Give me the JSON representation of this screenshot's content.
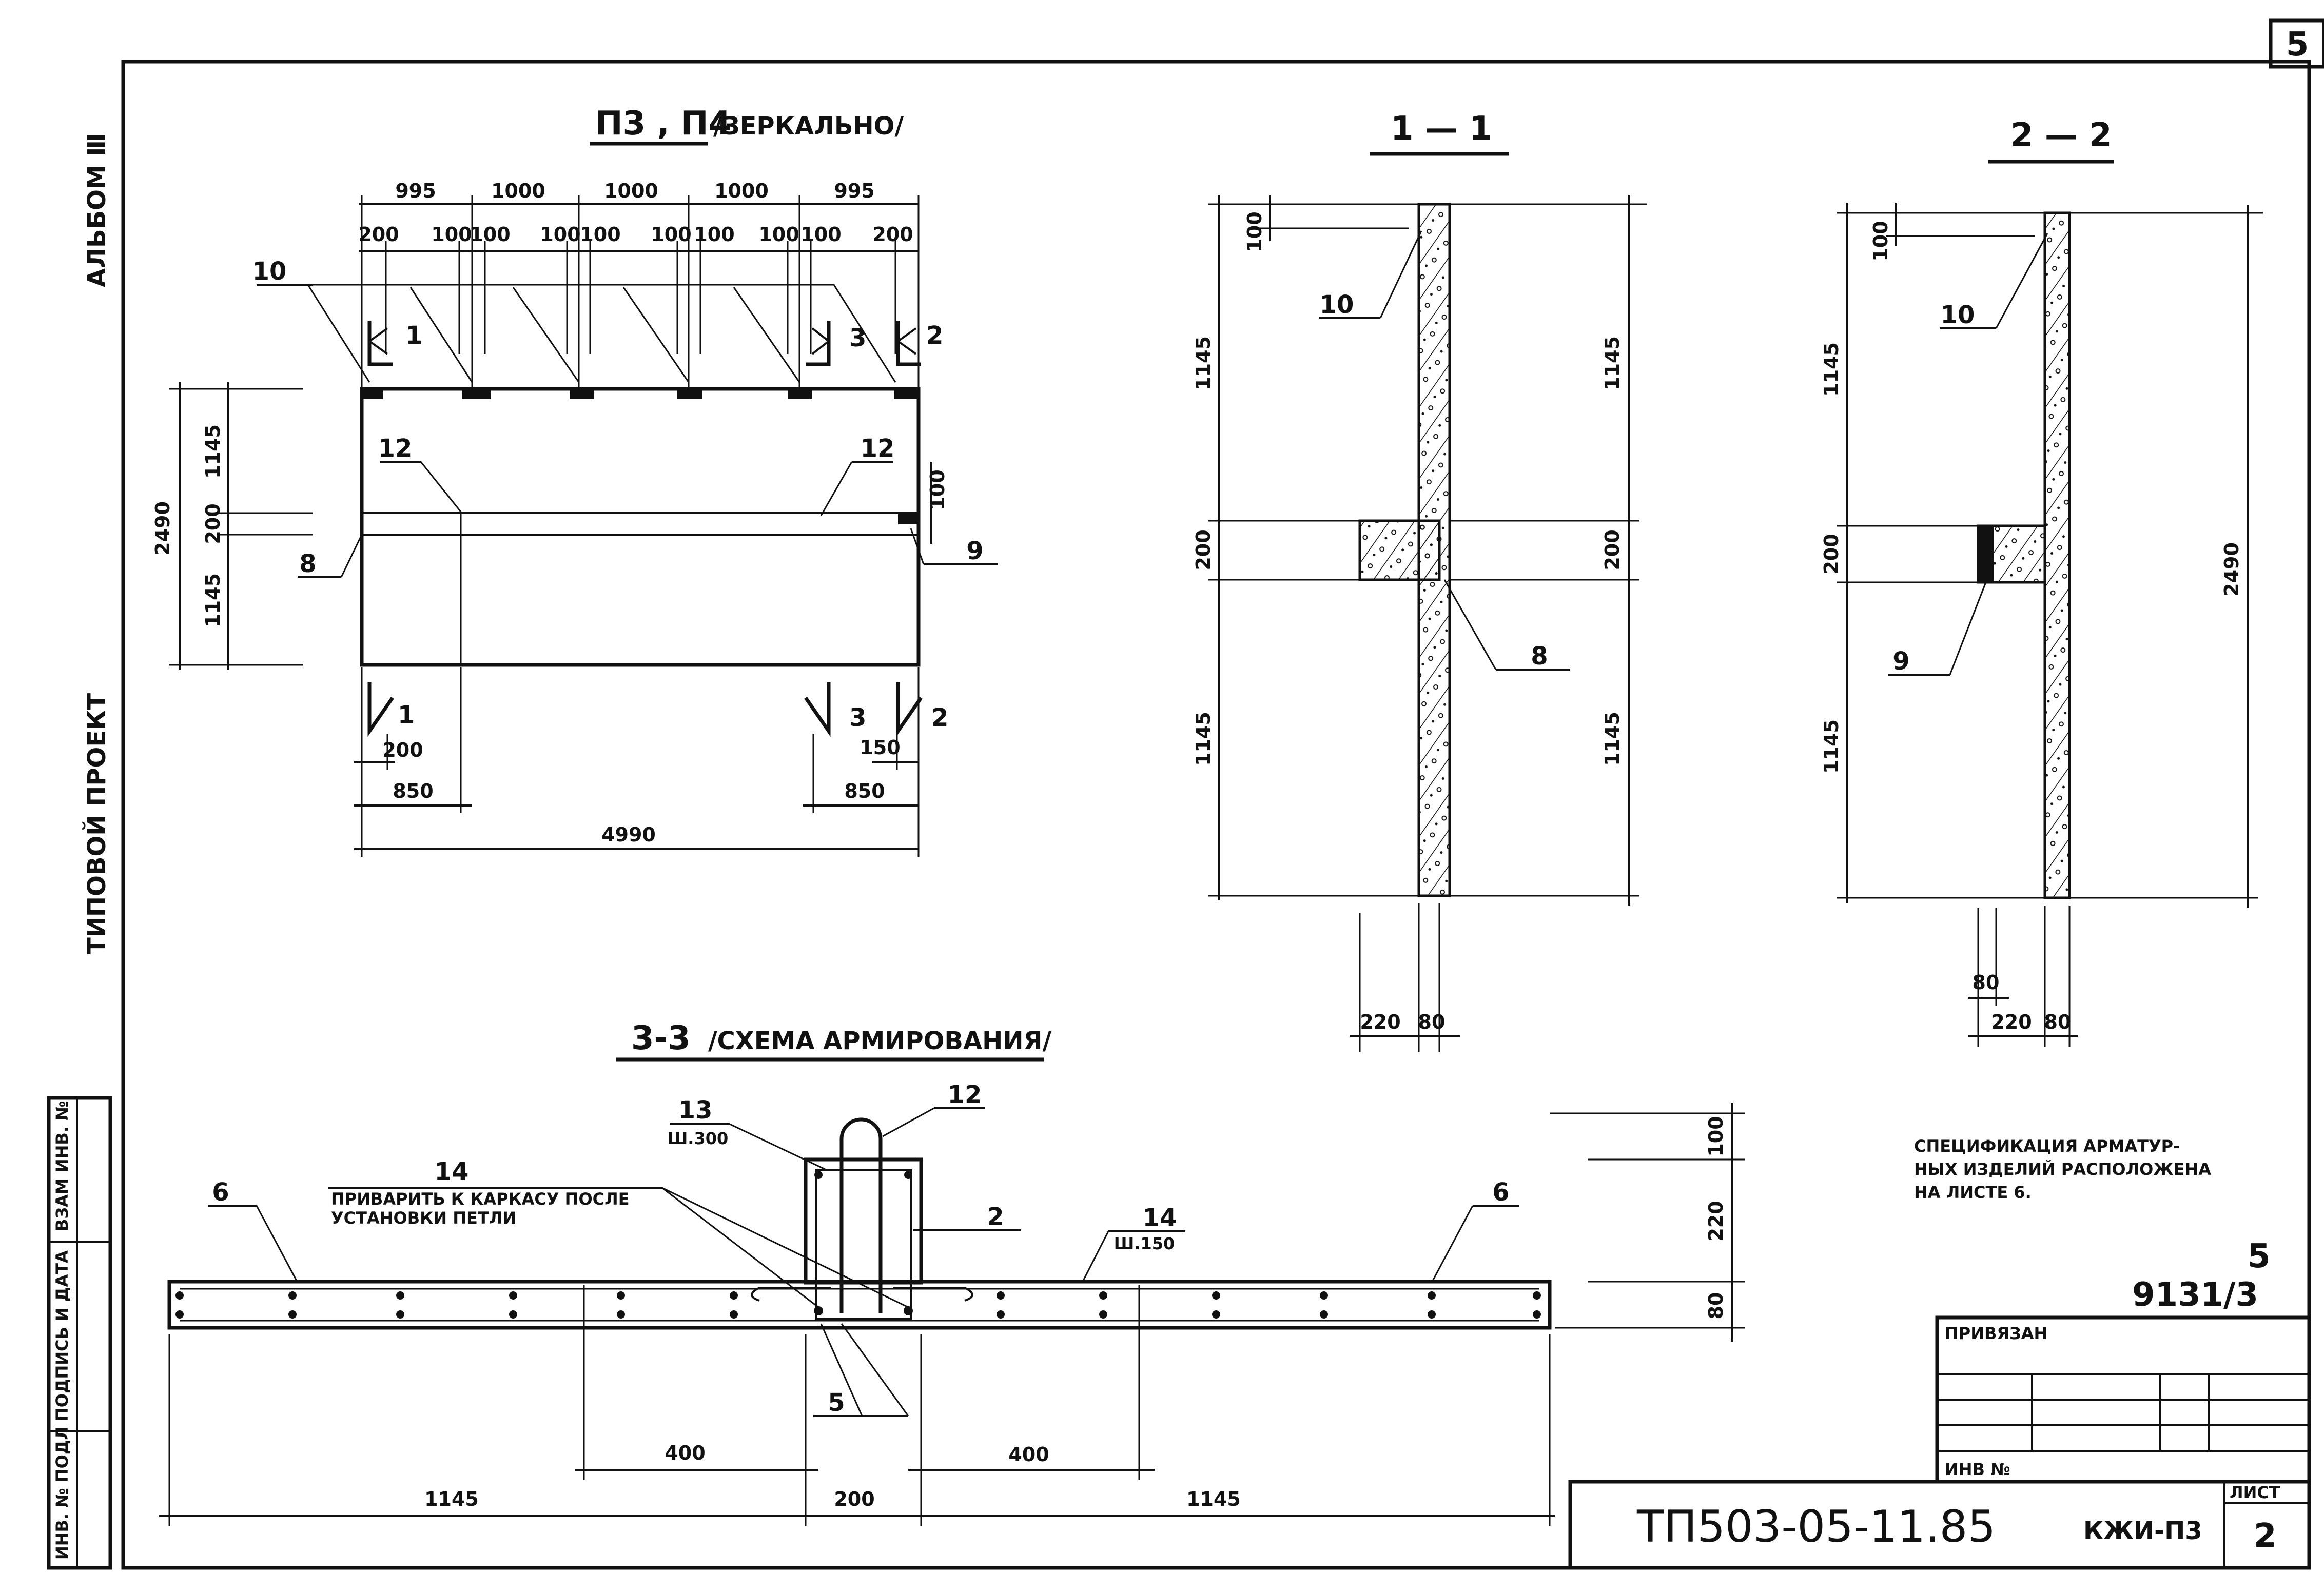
{
  "sheet": {
    "page_number": "5",
    "album": "АЛЬБОМ Ⅲ",
    "project_type": "ТИПОВОЙ ПРОЕКТ",
    "side_stamp_labels": [
      "ВЗАМ ИНВ. №",
      "ПОДПИСЬ И ДАТА",
      "ИНВ. № ПОДЛ"
    ]
  },
  "plan_view": {
    "title": "П3 , П4",
    "subtitle": "/ЗЕРКАЛЬНО/",
    "top_dims": [
      "995",
      "1000",
      "1000",
      "1000",
      "995"
    ],
    "sub_dims": [
      "200",
      "100",
      "100",
      "100",
      "100",
      "100",
      "100",
      "100",
      "100",
      "200"
    ],
    "left_dims": [
      "2490",
      "1145",
      "200",
      "1145"
    ],
    "right_dim": "100",
    "bottom_dims": [
      "200",
      "850",
      "150",
      "850",
      "4990"
    ],
    "section_marks": [
      "1",
      "3",
      "2"
    ],
    "callouts": [
      "10",
      "12",
      "12",
      "8",
      "9"
    ]
  },
  "section_1_1": {
    "title": "1 — 1",
    "dims_left": [
      "100",
      "1145",
      "200",
      "1145"
    ],
    "dims_right": [
      "1145",
      "200",
      "1145"
    ],
    "dims_bottom": [
      "220",
      "80"
    ],
    "callouts": [
      "10",
      "8"
    ]
  },
  "section_2_2": {
    "title": "2 — 2",
    "dims_left": [
      "100",
      "1145",
      "200",
      "1145"
    ],
    "dims_right": [
      "2490"
    ],
    "dims_bottom": [
      "80",
      "220",
      "80"
    ],
    "callouts": [
      "10",
      "9"
    ]
  },
  "section_3_3": {
    "title": "3-3",
    "subtitle": "/СХЕМА АРМИРОВАНИЯ/",
    "callout_13": "13",
    "callout_13_sub": "Ш.300",
    "callout_12": "12",
    "callout_2": "2",
    "callout_14a": "14",
    "note_14a_line1": "ПРИВАРИТЬ К КАРКАСУ ПОСЛЕ",
    "note_14a_line2": "УСТАНОВКИ ПЕТЛИ",
    "callout_14b": "14",
    "callout_14b_sub": "Ш.150",
    "callout_6a": "6",
    "callout_6b": "6",
    "callout_5": "5",
    "dims_bottom": [
      "400",
      "400",
      "1145",
      "200",
      "1145"
    ],
    "dims_right": [
      "100",
      "220",
      "80"
    ]
  },
  "spec_note": {
    "line1": "СПЕЦИФИКАЦИЯ АРМАТУР-",
    "line2": "НЫХ ИЗДЕЛИЙ РАСПОЛОЖЕНА",
    "line3": "НА ЛИСТЕ 6."
  },
  "title_block": {
    "sheet_mark": "5",
    "doc_number": "9131/3",
    "bindings_label": "ПРИВЯЗАН",
    "inv_label": "ИНВ №",
    "project_code": "ТП503-05-11.85",
    "drawing_code": "КЖИ-П3",
    "sheet_label": "ЛИСТ",
    "sheet_no": "2"
  }
}
